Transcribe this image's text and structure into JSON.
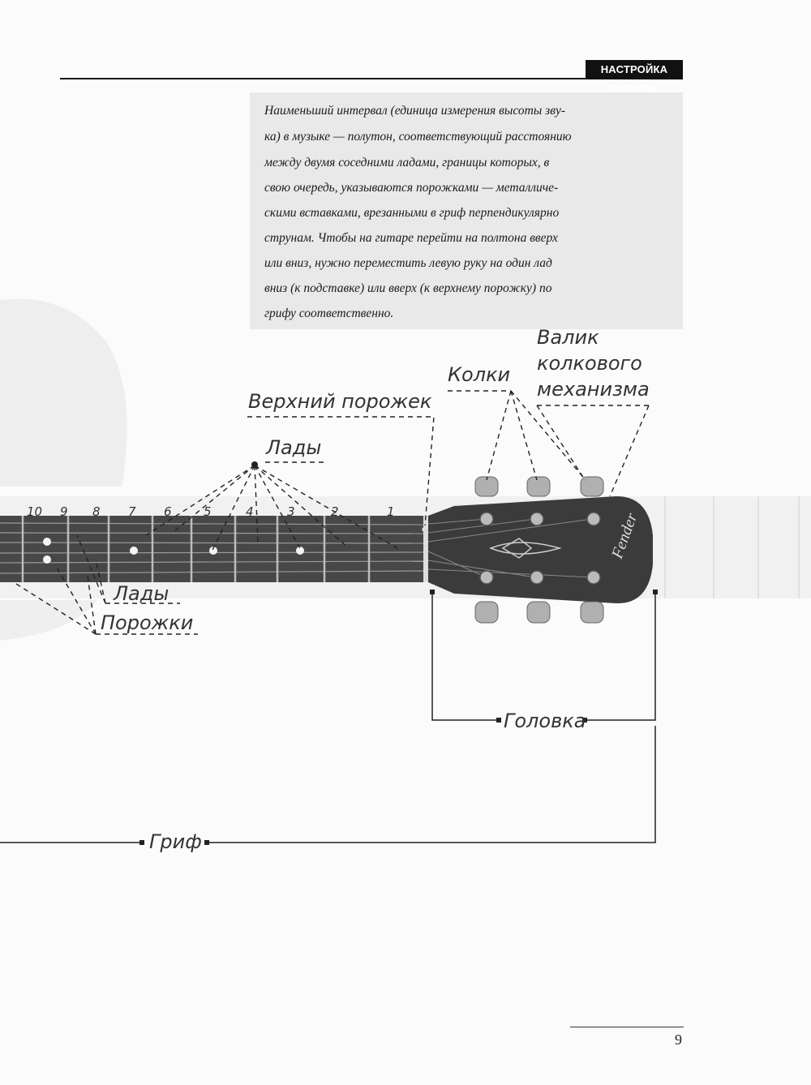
{
  "header": {
    "section": "НАСТРОЙКА ГИТАРЫ"
  },
  "note": {
    "lines": [
      "Наименьший интервал (единица измерения высоты зву-",
      "ка) в музыке — полутон, соответствующий расстоянию",
      "между двумя соседними ладами, границы которых, в",
      "свою очередь, указываются порожками — металличе-",
      "скими вставками, врезанными в гриф перпендикулярно",
      "струнам. Чтобы на гитаре перейти на полтона вверх",
      "или вниз, нужно переместить левую руку на один лад",
      "вниз (к подставке) или вверх (к верхнему порожку) по",
      "грифу соответственно."
    ]
  },
  "diagram": {
    "labels": {
      "roller_line1": "Валик",
      "roller_line2": "колкового",
      "roller_line3": "механизма",
      "pegs": "Колки",
      "nut": "Верхний порожек",
      "frets_top": "Лады",
      "frets_bottom": "Лады",
      "fret_wires": "Порожки",
      "headstock": "Головка",
      "neck": "Гриф"
    },
    "fret_numbers": [
      "10",
      "9",
      "8",
      "7",
      "6",
      "5",
      "4",
      "3",
      "2",
      "1"
    ],
    "brand_logo": "Fender"
  },
  "footer": {
    "page_number": "9"
  }
}
